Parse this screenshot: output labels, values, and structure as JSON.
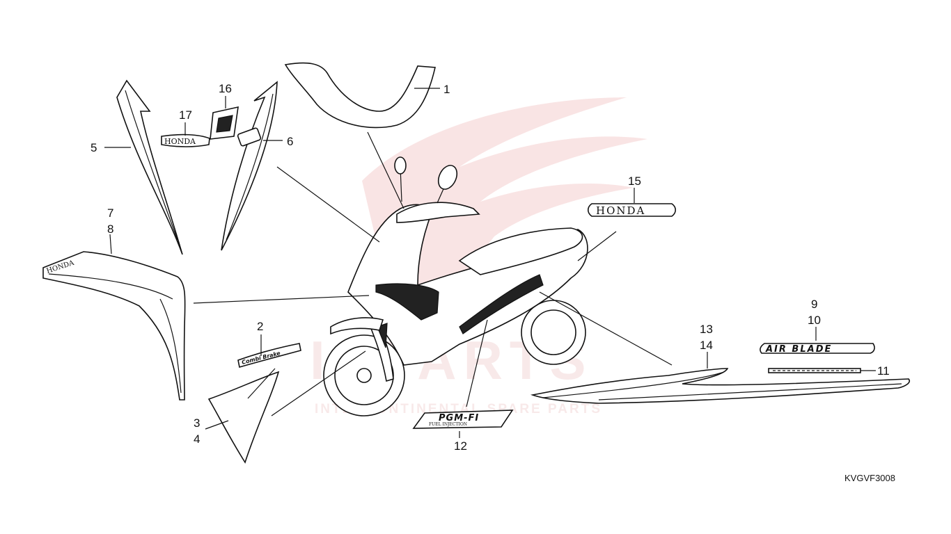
{
  "diagram": {
    "drawing_code": "KVGVF3008",
    "callouts": [
      {
        "id": "1",
        "label": "1"
      },
      {
        "id": "2",
        "label": "2"
      },
      {
        "id": "3",
        "label": "3"
      },
      {
        "id": "4",
        "label": "4"
      },
      {
        "id": "5",
        "label": "5"
      },
      {
        "id": "6",
        "label": "6"
      },
      {
        "id": "7",
        "label": "7"
      },
      {
        "id": "8",
        "label": "8"
      },
      {
        "id": "9",
        "label": "9"
      },
      {
        "id": "10",
        "label": "10"
      },
      {
        "id": "11",
        "label": "11"
      },
      {
        "id": "12",
        "label": "12"
      },
      {
        "id": "13",
        "label": "13"
      },
      {
        "id": "14",
        "label": "14"
      },
      {
        "id": "15",
        "label": "15"
      },
      {
        "id": "16",
        "label": "16"
      },
      {
        "id": "17",
        "label": "17"
      }
    ],
    "decal_texts": {
      "honda_emblem_15": "HONDA",
      "honda_emblem_17": "HONDA",
      "honda_side_7": "HONDA",
      "airblade_9": "AIR BLADE",
      "combi_brake_2": "Combi Brake",
      "pgmfi_12": "PGM-FI",
      "pgmfi_sub_12": "FUEL INJECTION"
    }
  },
  "watermark": {
    "brand": "ICPARTS",
    "subtitle": "INTERCONTINENTAL SPARE PARTS",
    "color": "#e05050"
  }
}
